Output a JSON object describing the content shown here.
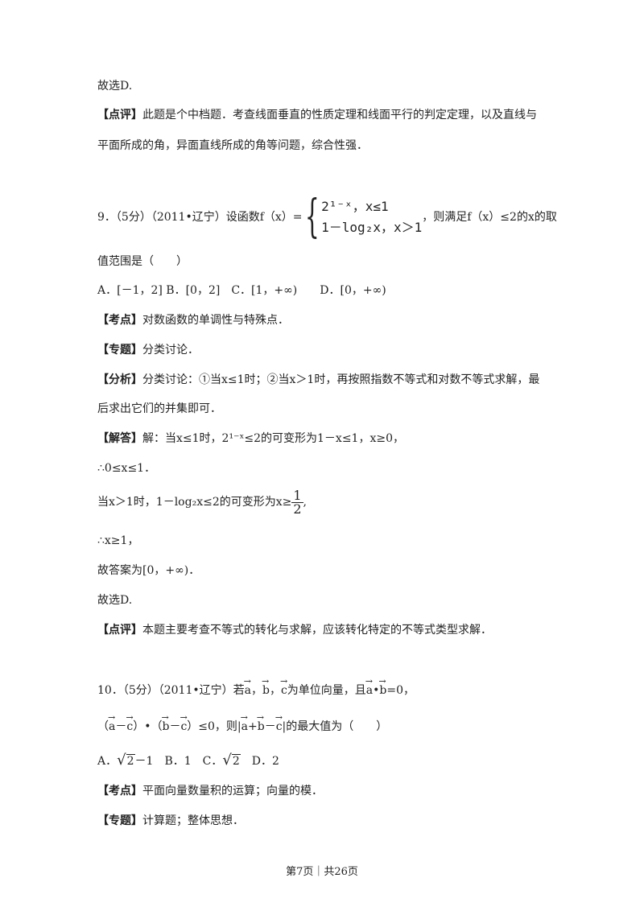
{
  "lines": {
    "l1": "故选D.",
    "l2_tag": "【点评】",
    "l2": "此题是个中档题．考查线面垂直的性质定理和线面平行的判定定理，以及直线与",
    "l3": "平面所成的角，异面直线所成的角等问题，综合性强．",
    "q9_pre": "9．（5分）（2011•辽宁）设函数f（x）=",
    "q9_case1": "2¹⁻ˣ，x≤1",
    "q9_case2": "1－log₂x，x＞1",
    "q9_post": "，则满足f（x）≤2的x的取",
    "q9_cont": "值范围是（　　）",
    "q9_options": "A．[－1，2] B．[0，2]　C．[1，+∞)　　D．[0，+∞)",
    "kaodian_tag": "【考点】",
    "kaodian": "对数函数的单调性与特殊点．",
    "zhuanti_tag": "【专题】",
    "zhuanti": "分类讨论．",
    "fenxi_tag": "【分析】",
    "fenxi": "分类讨论：①当x≤1时；②当x＞1时，再按照指数不等式和对数不等式求解，最",
    "fenxi_cont": "后求出它们的并集即可．",
    "jieda_tag": "【解答】",
    "jieda": "解：当x≤1时，2¹⁻ˣ≤2的可变形为1－x≤1，x≥0，",
    "therefore1": "∴0≤x≤1．",
    "case2_pre": "当x＞1时，1－log₂x≤2的可变形为x≥",
    "case2_num": "1",
    "case2_den": "2",
    "case2_post": ",",
    "therefore2": "∴x≥1，",
    "answer": "故答案为[0，+∞)．",
    "choose": "故选D.",
    "dianping_tag": "【点评】",
    "dianping": "本题主要考查不等式的转化与求解，应该转化特定的不等式类型求解．",
    "q10_pre": "10．（5分）（2011•辽宁）若",
    "q10_a": "a",
    "q10_b": "b",
    "q10_c": "c",
    "q10_sep": "，",
    "q10_mid": "为单位向量，且",
    "q10_dot": "•",
    "q10_end": "=0，",
    "q10_line2a": "（",
    "q10_minus": "－",
    "q10_paren_close": "）",
    "q10_le": "≤0，则",
    "q10_abs_open": "|",
    "q10_plus": "+",
    "q10_abs_close": "|",
    "q10_tail": "的最大值为（　　）",
    "q10_opt_a": "A．",
    "q10_two": "2",
    "q10_opt_a_tail": "－1　B．1　C．",
    "q10_opt_d": "D．2",
    "kaodian2_tag": "【考点】",
    "kaodian2": "平面向量数量积的运算；向量的模．",
    "zhuanti2_tag": "【专题】",
    "zhuanti2": "计算题；整体思想．"
  },
  "footer": {
    "page": "第7页｜共26页"
  }
}
